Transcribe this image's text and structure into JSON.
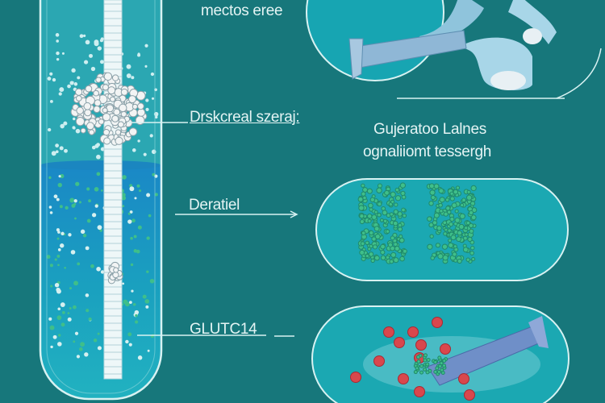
{
  "labels": {
    "top": "mectos eree",
    "label1": "Drskcreal szeraj:",
    "right_title_line1": "Gujeratoo Lalnes",
    "right_title_line2": "ognaliiomt tessergh",
    "label2": "Deratiel",
    "label3": "GLUTC14"
  },
  "colors": {
    "background": "#17777b",
    "tube_upper": "#2ba7b2",
    "tube_lower": "#1d8ec4",
    "outline": "#d8f2f2",
    "green_dots": "#3fbf8a",
    "red_dots": "#d9474d",
    "vessel": "#8fb7d6"
  }
}
